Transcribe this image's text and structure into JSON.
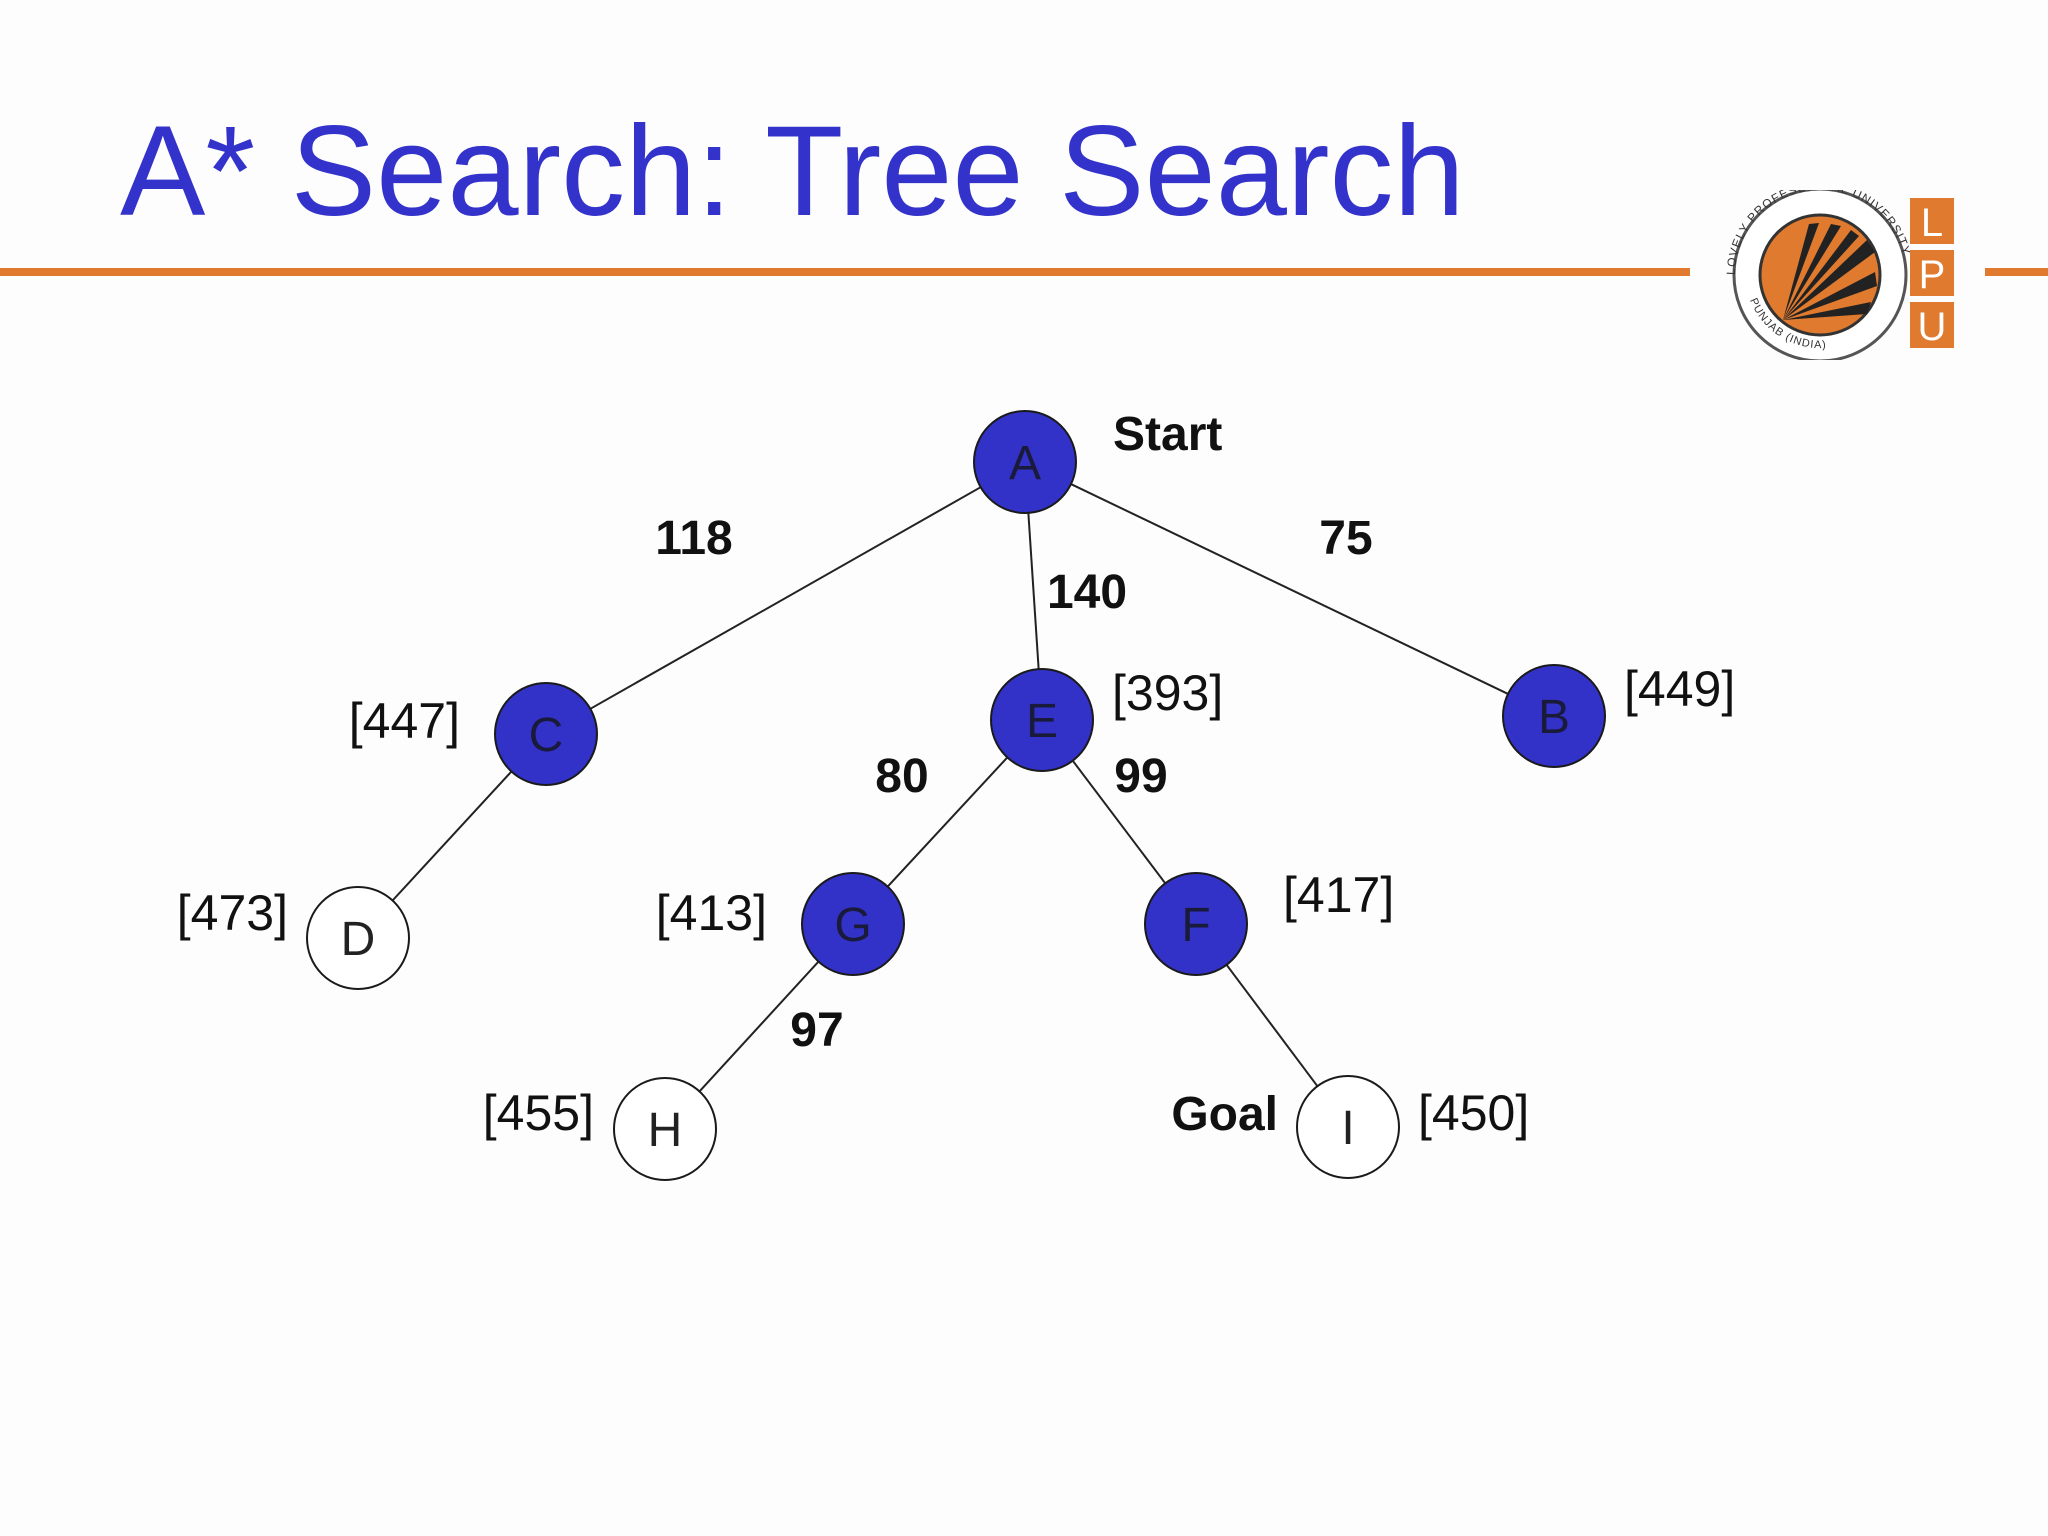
{
  "title": "A* Search: Tree Search",
  "colors": {
    "title": "#3333cc",
    "accent": "#e07a2e",
    "expanded_node": "#3232c8",
    "frontier_node": "#ffffff"
  },
  "logo": {
    "ring_text_top": "LOVELY PROFESSIONAL UNIVERSITY",
    "ring_text_bottom": "PUNJAB (INDIA)",
    "letters": [
      "L",
      "P",
      "U"
    ]
  },
  "tree": {
    "nodes": [
      {
        "id": "A",
        "label": "A",
        "f": "",
        "state": "expanded",
        "tag": "Start"
      },
      {
        "id": "C",
        "label": "C",
        "f": "[447]",
        "state": "expanded",
        "tag": ""
      },
      {
        "id": "E",
        "label": "E",
        "f": "[393]",
        "state": "expanded",
        "tag": ""
      },
      {
        "id": "B",
        "label": "B",
        "f": "[449]",
        "state": "expanded",
        "tag": ""
      },
      {
        "id": "D",
        "label": "D",
        "f": "[473]",
        "state": "frontier",
        "tag": ""
      },
      {
        "id": "G",
        "label": "G",
        "f": "[413]",
        "state": "expanded",
        "tag": ""
      },
      {
        "id": "F",
        "label": "F",
        "f": "[417]",
        "state": "expanded",
        "tag": ""
      },
      {
        "id": "H",
        "label": "H",
        "f": "[455]",
        "state": "frontier",
        "tag": ""
      },
      {
        "id": "I",
        "label": "I",
        "f": "[450]",
        "state": "frontier",
        "tag": "Goal"
      }
    ],
    "edges": [
      {
        "from": "A",
        "to": "C",
        "cost": "118"
      },
      {
        "from": "A",
        "to": "E",
        "cost": "140"
      },
      {
        "from": "A",
        "to": "B",
        "cost": "75"
      },
      {
        "from": "C",
        "to": "D",
        "cost": ""
      },
      {
        "from": "E",
        "to": "G",
        "cost": "80"
      },
      {
        "from": "E",
        "to": "F",
        "cost": "99"
      },
      {
        "from": "G",
        "to": "H",
        "cost": "97"
      },
      {
        "from": "F",
        "to": "I",
        "cost": ""
      }
    ]
  }
}
